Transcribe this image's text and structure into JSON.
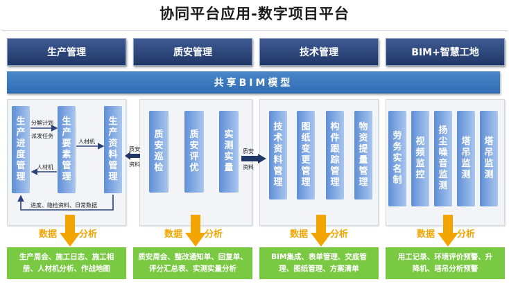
{
  "title": "协同平台应用-数字项目平台",
  "headers": [
    "生产管理",
    "质安管理",
    "技术管理",
    "BIM+智慧工地"
  ],
  "bim_model": "共享BIM模型",
  "production": {
    "progress": "生产进度管理",
    "elements": "生产要素管理",
    "materials": "生产资料管理",
    "to_elements_1": "分解计划",
    "to_elements_2": "派发任务",
    "from_elements": "人材机",
    "to_materials": "人材机",
    "bottom_loop": "进度、隐检资料、日常数据"
  },
  "quality": {
    "items": [
      "质安巡检",
      "质安评优",
      "实测实量"
    ],
    "out_label_1": "质安",
    "out_label_2": "资料",
    "in_label_1": "质安",
    "in_label_2": "资料"
  },
  "tech": {
    "items": [
      "技术资料管理",
      "图纸变更管理",
      "构件跟踪管理",
      "物资提量管理"
    ]
  },
  "smart": {
    "items": [
      "劳务实名制",
      "视频监控",
      "扬尘噪音监测",
      "塔吊监测",
      "塔吊监测"
    ]
  },
  "analysis_label_a": "数据",
  "analysis_label_b": "分析",
  "outputs": [
    [
      "生产周会、施工日志、施工相",
      "册、人材机分析、作战地图"
    ],
    [
      "质安周会、整改通知单、回复单、",
      "评分汇总表、实测实量分析"
    ],
    [
      "BIM集成、表单管理、交底管",
      "理、图纸管理、方案清单"
    ],
    [
      "用工记录、环境评价预警、升",
      "降机、塔吊分析预警"
    ]
  ],
  "colors": {
    "header_navy": "#1f3766",
    "bim_blue": "#2f6cb3",
    "bar_blue": "#5f8fd6",
    "arrow_orange": "#f2a500",
    "output_green": "#7ac943"
  }
}
